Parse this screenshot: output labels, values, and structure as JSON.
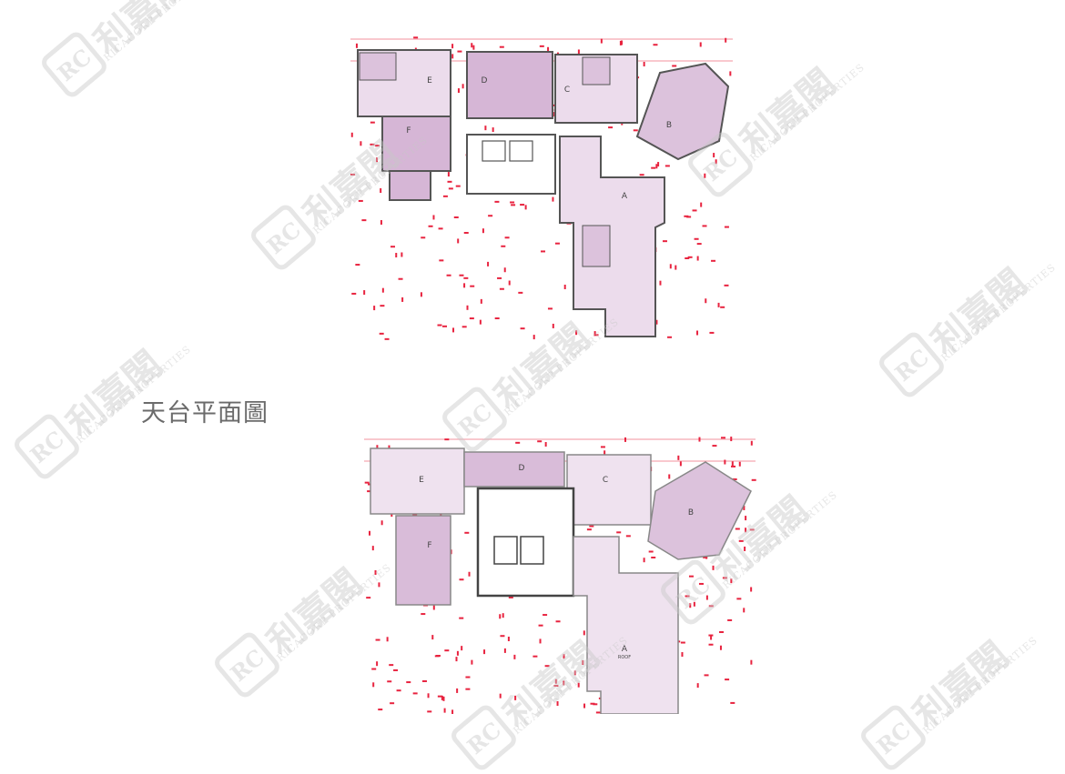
{
  "roof_plan_title": "天台平面圖",
  "watermark": {
    "chinese": "利嘉閣",
    "english": "RICACORP PROPERTIES",
    "logo": "RC"
  },
  "typical_floor_units": [
    "A",
    "B",
    "C",
    "D",
    "E",
    "F"
  ],
  "roof_units": [
    "A",
    "B",
    "C",
    "D",
    "E",
    "F"
  ],
  "roof_label": "ROOF",
  "colors": {
    "unit_fill_light": "#ecdcec",
    "unit_fill_dark": "#d6b6d6",
    "dimension_red": "#e8233f",
    "wall": "#555555"
  }
}
